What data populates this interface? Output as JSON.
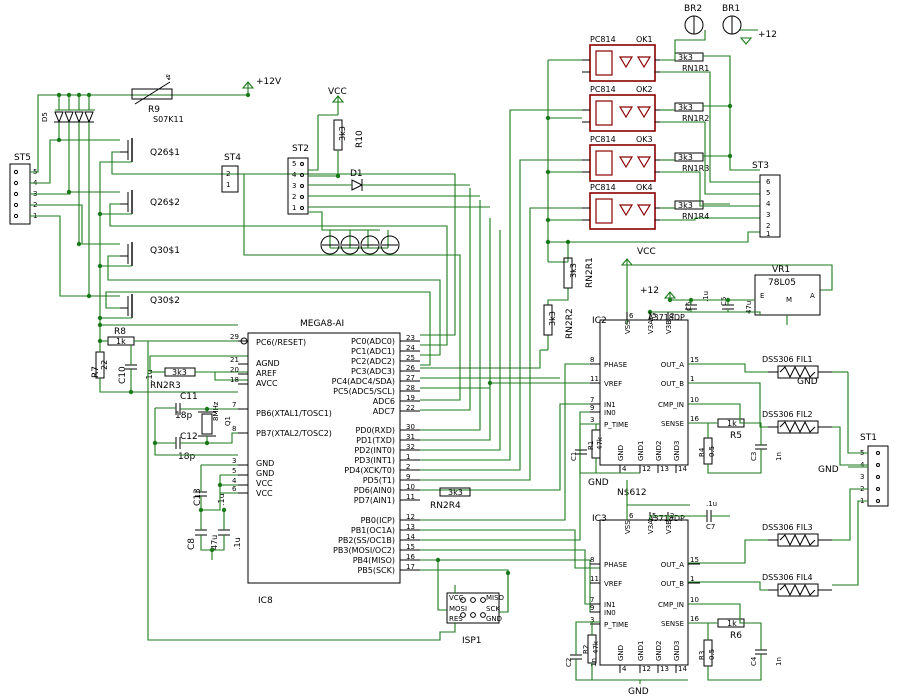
{
  "labels": {
    "plus12_top": "+12V",
    "vcc_top": "VCC",
    "r9": "R9",
    "r9_val": "S07K11",
    "d5": "D5",
    "st5": "ST5",
    "st4": "ST4",
    "st2": "ST2",
    "r10": "R10",
    "r10_val": "3k3",
    "d1": "D1",
    "br2": "BR2",
    "br1": "BR1",
    "plus12_br": "+12",
    "st3": "ST3",
    "vcc_mid": "VCC",
    "vr1": "VR1",
    "vr1_val": "78L05",
    "vr1_e": "E",
    "vr1_m": "M",
    "vr1_a": "A",
    "plus12_mid": "+12",
    "ic2": "IC2",
    "ic3": "IC3",
    "ic2_val": "A3718DP",
    "ic3_val": "A3718DP",
    "ic8": "IC8",
    "mega": "MEGA8-AI",
    "r8": "R8",
    "r8_val": "1k",
    "r7": "R7",
    "r7_val": "22",
    "c10": "C10",
    "c10_val": ".1u",
    "rn2r3": "RN2R3",
    "rn2r3_val": "3k3",
    "rn2r1": "RN2R1",
    "rn2r1_val": "3k3",
    "rn2r2": "RN2R2",
    "rn2r2_val": "3k3",
    "rn2r4": "RN2R4",
    "rn2r4_val": "3k3",
    "c11": "C11",
    "c12": "C12",
    "c11_val": "18p",
    "c12_val": "18p",
    "q1": "Q1",
    "q1_val": "8MHz",
    "c13": "C13",
    "c13_val": ".1u",
    "c8": "C8",
    "c8_val": "47u",
    "c8b_val": ".1u",
    "isp1": "ISP1",
    "isp_vcc": "VCC",
    "isp_mosi": "MOSI",
    "isp_miso": "MISO",
    "isp_sck": "SCK",
    "isp_gnd": "GND",
    "isp_res": "RES",
    "c6": "C6",
    "c6_val": ".1u",
    "c5": "C5",
    "c5_val": "47u",
    "c7": "C7",
    "c7_val": ".1u",
    "r1": "R1",
    "r1_val": "47k",
    "c1": "C1",
    "c1_val": "1n",
    "r2": "R2",
    "r2_val": "47k",
    "c2": "C2",
    "c2_val": "1n",
    "r4": "R4",
    "r4_val": "0.5",
    "r5": "R5",
    "r5_val": "1k",
    "c3": "C3",
    "c3_val": "1n",
    "r3": "R3",
    "r3_val": "0.5",
    "r6": "R6",
    "r6_val": "1k",
    "c4": "C4",
    "c4_val": "1n",
    "gnd1": "GND",
    "gnd2": "GND",
    "gnd3": "GND",
    "gnd4": "GND",
    "n612": "N$612",
    "st1": "ST1",
    "fil1": "DSS306 FIL1",
    "fil2": "DSS306 FIL2",
    "fil3": "DSS306 FIL3",
    "fil4": "DSS306 FIL4"
  },
  "transistors": [
    {
      "name": "Q26$1"
    },
    {
      "name": "Q26$2"
    },
    {
      "name": "Q30$1"
    },
    {
      "name": "Q30$2"
    }
  ],
  "optocouplers": [
    {
      "type": "PC814",
      "ref": "OK1",
      "res": "3k3",
      "rn": "RN1R1"
    },
    {
      "type": "PC814",
      "ref": "OK2",
      "res": "3k3",
      "rn": "RN1R2"
    },
    {
      "type": "PC814",
      "ref": "OK3",
      "res": "3k3",
      "rn": "RN1R3"
    },
    {
      "type": "PC814",
      "ref": "OK4",
      "res": "3k3",
      "rn": "RN1R4"
    }
  ],
  "mcu_left_pins": [
    {
      "name": "PC6(/RESET)",
      "num": "29"
    },
    {
      "name": "AGND",
      "num": "21"
    },
    {
      "name": "AREF",
      "num": "20"
    },
    {
      "name": "AVCC",
      "num": "18"
    },
    {
      "name": "PB6(XTAL1/TOSC1)",
      "num": "7"
    },
    {
      "name": "PB7(XTAL2/TOSC2)",
      "num": "8"
    },
    {
      "name": "GND",
      "num": "3"
    },
    {
      "name": "GND",
      "num": "5"
    },
    {
      "name": "VCC",
      "num": "4"
    },
    {
      "name": "VCC",
      "num": "6"
    }
  ],
  "mcu_right_pins": [
    {
      "name": "PC0(ADC0)",
      "num": "23"
    },
    {
      "name": "PC1(ADC1)",
      "num": "24"
    },
    {
      "name": "PC2(ADC2)",
      "num": "25"
    },
    {
      "name": "PC3(ADC3)",
      "num": "26"
    },
    {
      "name": "PC4(ADC4/SDA)",
      "num": "27"
    },
    {
      "name": "PC5(ADC5/SCL)",
      "num": "28"
    },
    {
      "name": "ADC6",
      "num": "19"
    },
    {
      "name": "ADC7",
      "num": "22"
    },
    {
      "name": "PD0(RXD)",
      "num": "30"
    },
    {
      "name": "PD1(TXD)",
      "num": "31"
    },
    {
      "name": "PD2(INT0)",
      "num": "32"
    },
    {
      "name": "PD3(INT1)",
      "num": "1"
    },
    {
      "name": "PD4(XCK/T0)",
      "num": "2"
    },
    {
      "name": "PD5(T1)",
      "num": "9"
    },
    {
      "name": "PD6(AIN0)",
      "num": "10"
    },
    {
      "name": "PD7(AIN1)",
      "num": "11"
    },
    {
      "name": "PB0(ICP)",
      "num": "12"
    },
    {
      "name": "PB1(OC1A)",
      "num": "13"
    },
    {
      "name": "PB2(SS/OC1B)",
      "num": "14"
    },
    {
      "name": "PB3(MOSI/OC2)",
      "num": "15"
    },
    {
      "name": "PB4(MISO)",
      "num": "16"
    },
    {
      "name": "PB5(SCK)",
      "num": "17"
    }
  ],
  "driver_left_pins": [
    {
      "name": "PHASE",
      "num": "8"
    },
    {
      "name": "VREF",
      "num": "11"
    },
    {
      "name": "IN1",
      "num": "7"
    },
    {
      "name": "IN0",
      "num": "9"
    },
    {
      "name": "P_TIME",
      "num": "3"
    }
  ],
  "driver_right_pins": [
    {
      "name": "OUT_A",
      "num": "15"
    },
    {
      "name": "OUT_B",
      "num": "1"
    },
    {
      "name": "CMP_IN",
      "num": "10"
    },
    {
      "name": "SENSE",
      "num": "16"
    }
  ],
  "driver_top_pins": [
    {
      "name": "VSS",
      "num": "6"
    },
    {
      "name": "V3A",
      "num": "5"
    },
    {
      "name": "V3B",
      "num": "2"
    }
  ],
  "driver_bottom_pins": [
    {
      "name": "GND",
      "num": "4"
    },
    {
      "name": "GND1",
      "num": "12"
    },
    {
      "name": "GND2",
      "num": "13"
    },
    {
      "name": "GND3",
      "num": "14"
    }
  ],
  "st5_pins": [
    "5",
    "4",
    "3",
    "2",
    "1"
  ],
  "st4_pins": [
    "2",
    "1"
  ],
  "st2_pins": [
    "5",
    "4",
    "3",
    "2",
    "1"
  ],
  "st3_pins": [
    "6",
    "5",
    "4",
    "3",
    "2",
    "1"
  ],
  "st1_pins": [
    "5",
    "4",
    "3",
    "2",
    "1"
  ],
  "colors": {
    "wire": "#1a7a1a",
    "part": "#000000",
    "opto": "#8b0000"
  }
}
